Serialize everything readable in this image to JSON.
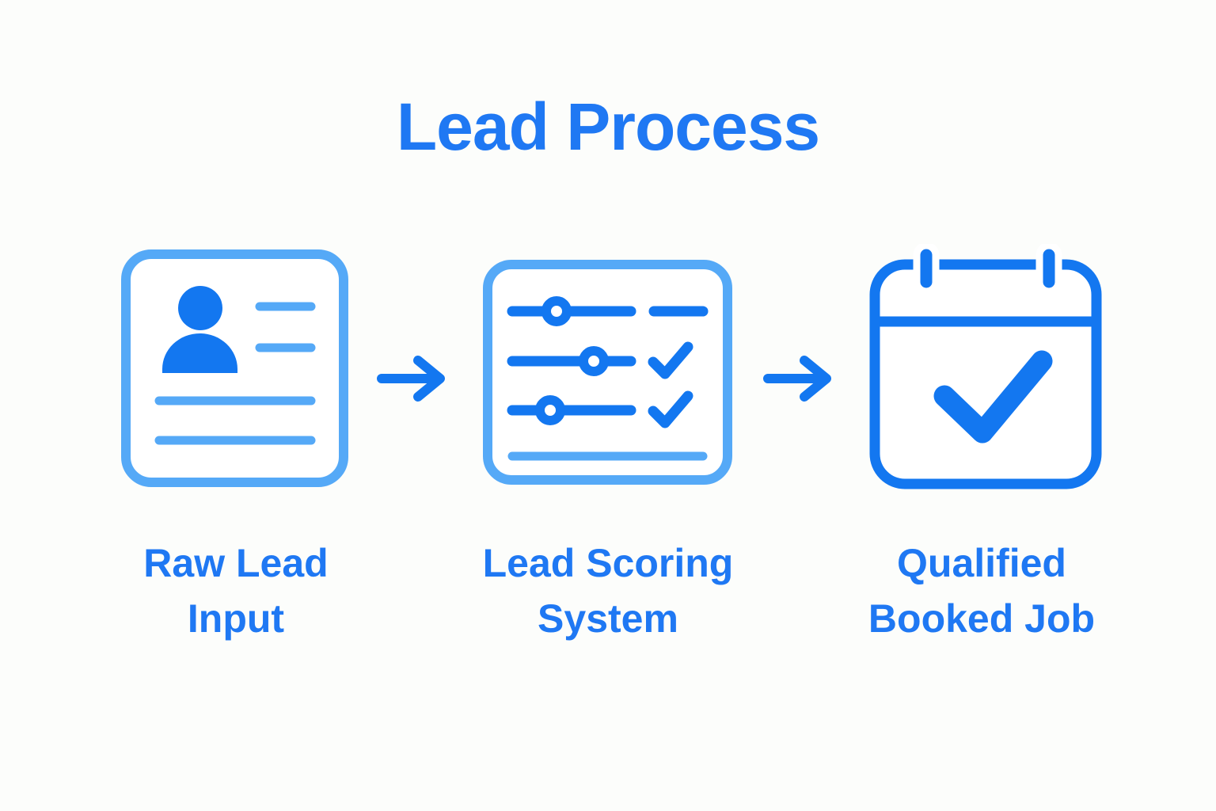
{
  "title": "Lead Process",
  "colors": {
    "background": "#FCFDFB",
    "primary_blue": "#1377F0",
    "light_blue": "#55A9F7",
    "calendar_header_fill": "#D6E8FB",
    "text_blue": "#1F78F3"
  },
  "stages": [
    {
      "id": "raw-lead-input",
      "label": "Raw Lead\nInput",
      "icon": "contact-card-icon"
    },
    {
      "id": "lead-scoring-system",
      "label": "Lead Scoring\nSystem",
      "icon": "sliders-icon"
    },
    {
      "id": "qualified-booked-job",
      "label": "Qualified\nBooked Job",
      "icon": "calendar-check-icon"
    }
  ],
  "connectors": [
    {
      "icon": "right-arrow-icon"
    },
    {
      "icon": "right-arrow-icon"
    }
  ]
}
